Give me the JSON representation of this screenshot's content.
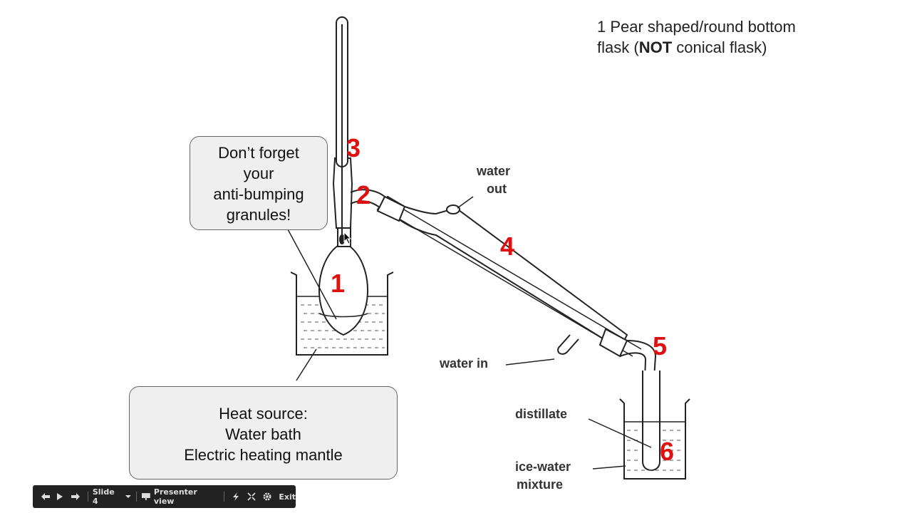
{
  "slide": {
    "note_line1": "1 Pear shaped/round bottom",
    "note_line2_pre": "flask (",
    "note_line2_bold": "NOT",
    "note_line2_post": " conical flask)",
    "callout_granules": [
      "Don’t forget",
      "your",
      "anti-bumping",
      "granules!"
    ],
    "callout_heat": [
      "Heat source:",
      "Water bath",
      "Electric heating mantle"
    ],
    "numbers": {
      "n1": "1",
      "n2": "2",
      "n3": "3",
      "n4": "4",
      "n5": "5",
      "n6": "6"
    },
    "labels": {
      "water_out_1": "water",
      "water_out_2": "out",
      "water_in": "water in",
      "distillate": "distillate",
      "ice_water_1": "ice-water",
      "ice_water_2": "mixture"
    },
    "accent_color": "#e01010"
  },
  "toolbar": {
    "slide_label": "Slide 4",
    "presenter_label": "Presenter view",
    "exit_label": "Exit",
    "icons": [
      "back-icon",
      "play-icon",
      "forward-icon",
      "chevron-down-icon",
      "presenter-icon",
      "laser-icon",
      "fullscreen-icon",
      "gear-icon"
    ]
  }
}
